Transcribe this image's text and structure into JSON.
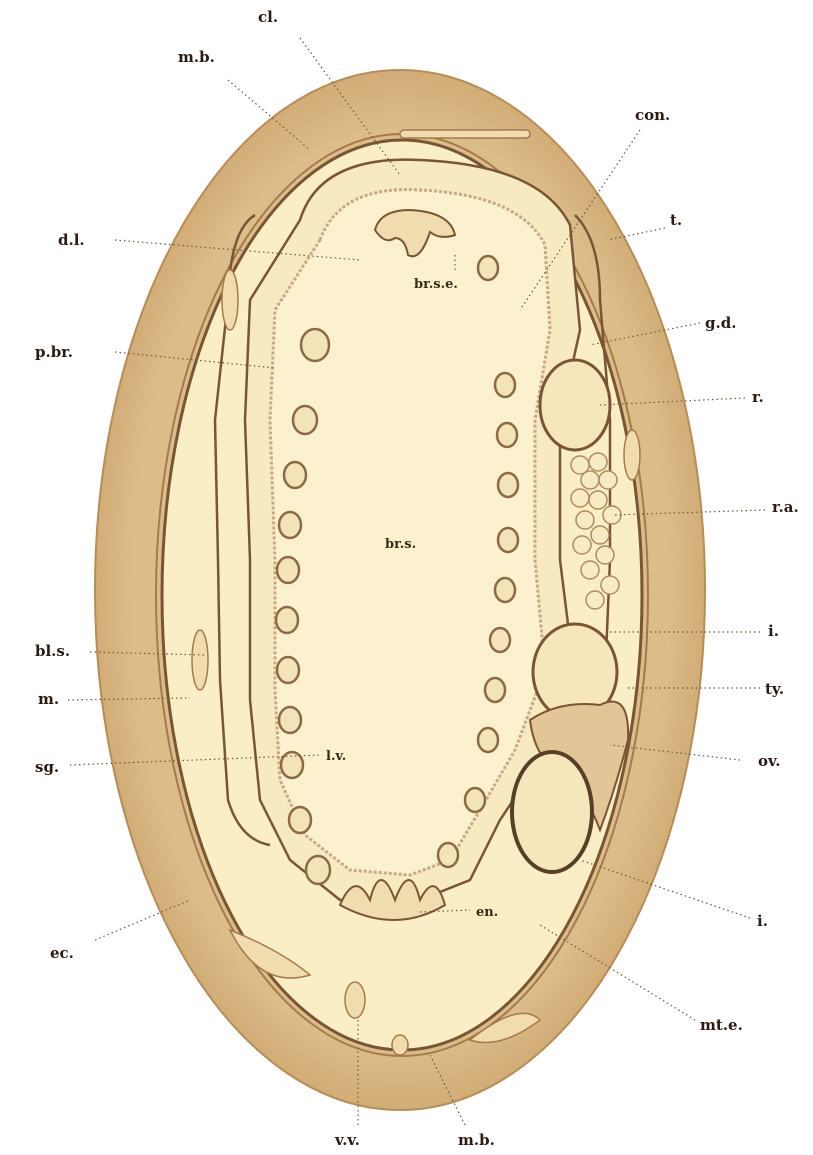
{
  "colors": {
    "outer_body": "#d9b783",
    "outer_edge": "#c9a06a",
    "inner_fill": "#f9eec6",
    "membrane": "#8b6a45",
    "cell_ring": "#c9a884",
    "dark_line": "#5a3f28"
  },
  "labels": {
    "cl": "cl.",
    "mb_top": "m.b.",
    "con": "con.",
    "dl": "d.l.",
    "t": "t.",
    "brse": "br.s.e.",
    "gd": "g.d.",
    "pbr": "p.br.",
    "r": "r.",
    "ra": "r.a.",
    "brs": "br.s.",
    "bls": "bl.s.",
    "i_upper": "i.",
    "m": "m.",
    "ty": "ty.",
    "sg": "sg.",
    "lv": "l.v.",
    "ov": "ov.",
    "i_lower": "i.",
    "ec": "ec.",
    "en": "en.",
    "mte": "mt.e.",
    "vv": "v.v.",
    "mb_bottom": "m.b."
  }
}
